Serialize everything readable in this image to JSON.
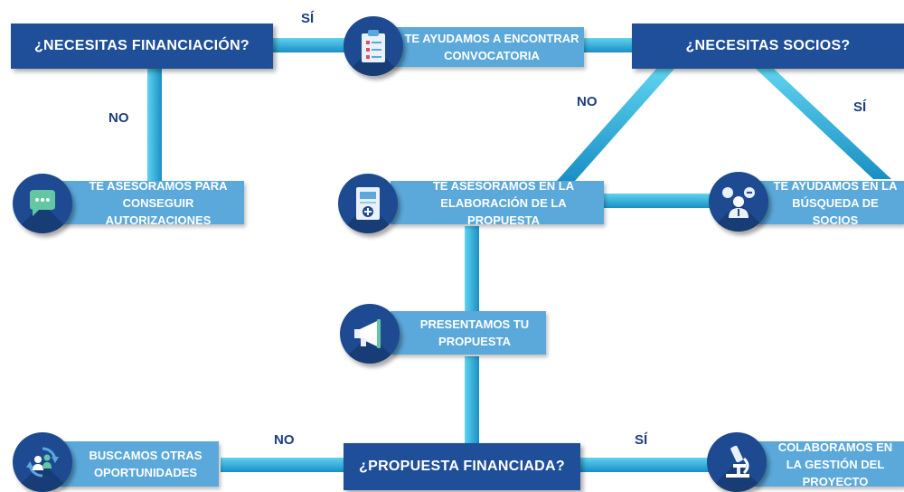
{
  "decisions": {
    "financing": "¿NECESITAS FINANCIACIÓN?",
    "partners": "¿NECESITAS SOCIOS?",
    "funded": "¿PROPUESTA FINANCIADA?"
  },
  "actions": {
    "find_call": "TE AYUDAMOS A ENCONTRAR CONVOCATORIA",
    "authorizations": "TE ASESORAMOS PARA CONSEGUIR AUTORIZACIONES",
    "proposal_prep": "TE ASESORAMOS EN LA ELABORACIÓN DE LA PROPUESTA",
    "partner_search": "TE AYUDAMOS EN LA BÚSQUEDA DE SOCIOS",
    "present": "PRESENTAMOS TU PROPUESTA",
    "other_opps": "BUSCAMOS OTRAS OPORTUNIDADES",
    "management": "COLABORAMOS EN LA GESTIÓN DEL PROYECTO"
  },
  "edge_labels": {
    "yes": "SÍ",
    "no": "NO"
  },
  "icons": {
    "find_call": "clipboard-checklist-icon",
    "authorizations": "chat-bubble-icon",
    "proposal_prep": "form-document-icon",
    "partner_search": "consultant-speech-icon",
    "present": "megaphone-icon",
    "other_opps": "people-exchange-icon",
    "management": "microscope-icon"
  },
  "colors": {
    "decision_fill": "#1f4f99",
    "action_fill": "#5ba8da",
    "icon_badge": "#1d4a91",
    "connector": "#2bb3d6",
    "label_text": "#1d3f7f"
  }
}
